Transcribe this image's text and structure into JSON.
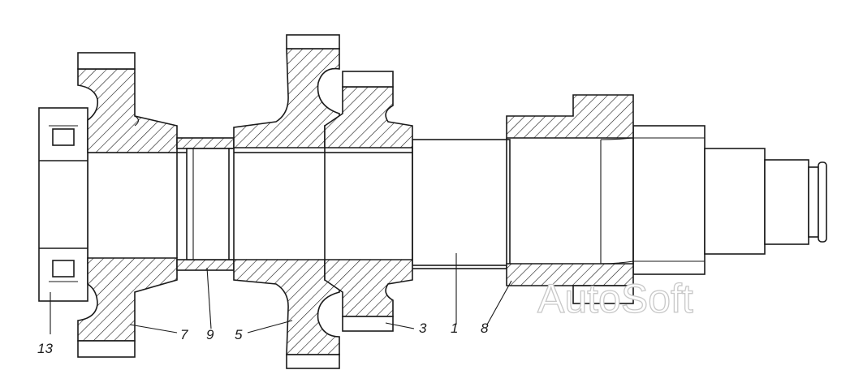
{
  "labels": {
    "l13": "13",
    "l7": "7",
    "l9": "9",
    "l5": "5",
    "l3": "3",
    "l1": "1",
    "l8": "8"
  },
  "watermark": "AutoSoft"
}
